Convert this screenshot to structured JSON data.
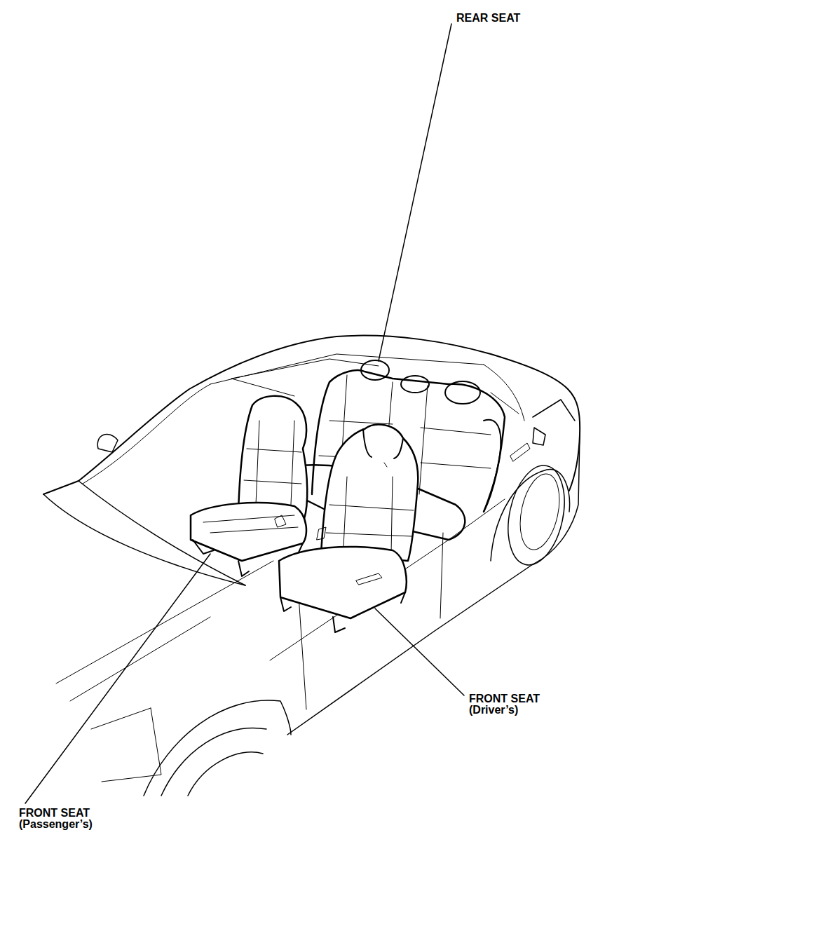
{
  "diagram": {
    "labels": [
      "REAR SEAT",
      "FRONT SEAT (Driver’s)",
      "FRONT SEAT (Passenger’s)"
    ]
  }
}
